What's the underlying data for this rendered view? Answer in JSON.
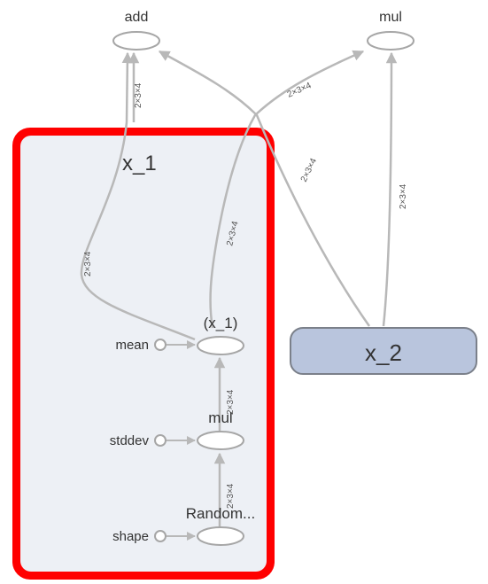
{
  "graph": {
    "nodes": {
      "add": "add",
      "mul_top": "mul",
      "x1_group": "x_1",
      "x1_op": "(x_1)",
      "mul_inner": "mul",
      "random": "Random...",
      "x2": "x_2",
      "mean": "mean",
      "stddev": "stddev",
      "shape": "shape"
    },
    "edge_shapes": {
      "to_add_right": "2×3×4",
      "to_add_left": "2×3×4",
      "to_mul_from_x1": "2×3×4",
      "x1_out": "2×3×4",
      "x2_to_add": "2×3×4",
      "x2_to_mul": "2×3×4",
      "mul_to_x1": "2×3×4",
      "random_to_mul": "2×3×4"
    },
    "colors": {
      "selection_border": "#ff0000",
      "group_fill": "#edf0f5",
      "x2_fill": "#b9c5dd",
      "x2_border": "#7b808a",
      "edge": "#b8b8b8"
    }
  }
}
